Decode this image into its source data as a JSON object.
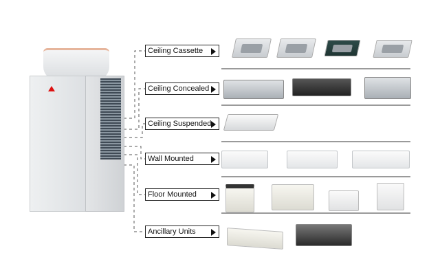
{
  "categories": [
    {
      "label": "Ceiling Cassette"
    },
    {
      "label": "Ceiling Concealed"
    },
    {
      "label": "Ceiling Suspended"
    },
    {
      "label": "Wall Mounted"
    },
    {
      "label": "Floor Mounted"
    },
    {
      "label": "Ancillary Units"
    }
  ],
  "colors": {
    "separator": "#9a9a9a",
    "outdoor_unit": "#e6e8ea",
    "accent_edge": "#d28a6a"
  }
}
